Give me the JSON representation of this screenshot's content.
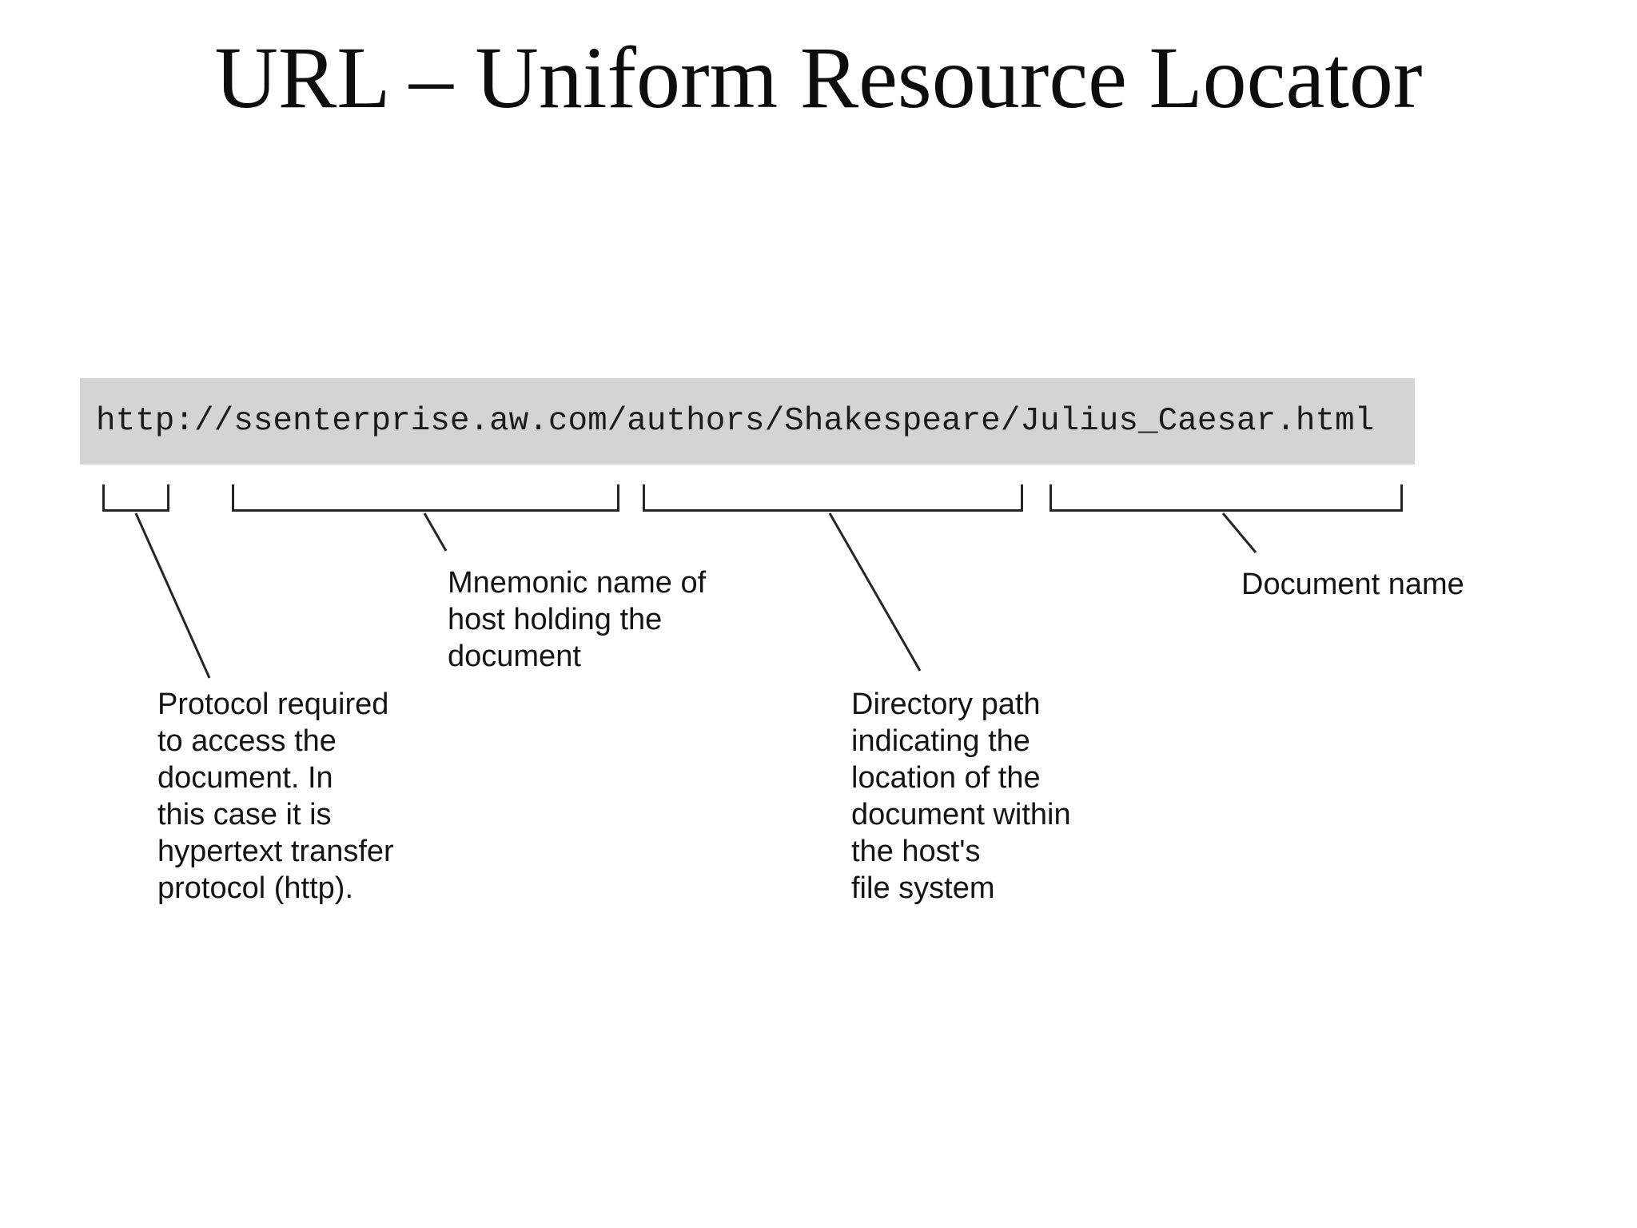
{
  "title": "URL – Uniform Resource Locator",
  "url": "http://ssenterprise.aw.com/authors/Shakespeare/Julius_Caesar.html",
  "labels": {
    "protocol": "Protocol required\nto access the\ndocument. In\nthis case it is\nhypertext transfer\nprotocol (http).",
    "host": "Mnemonic name of\nhost holding the\ndocument",
    "directory": "Directory path\nindicating the\nlocation of the\ndocument within\nthe host's\nfile system",
    "document": "Document name"
  },
  "diagram": {
    "segments": [
      {
        "part": "http",
        "description_label": "protocol"
      },
      {
        "part": "ssenterprise.aw.com",
        "description_label": "host"
      },
      {
        "part": "authors/Shakespeare",
        "description_label": "directory"
      },
      {
        "part": "Julius_Caesar.html",
        "description_label": "document"
      }
    ]
  },
  "colors": {
    "background": "#ffffff",
    "url_bar_background": "#d4d4d4",
    "line": "#262626",
    "text": "#141414"
  }
}
